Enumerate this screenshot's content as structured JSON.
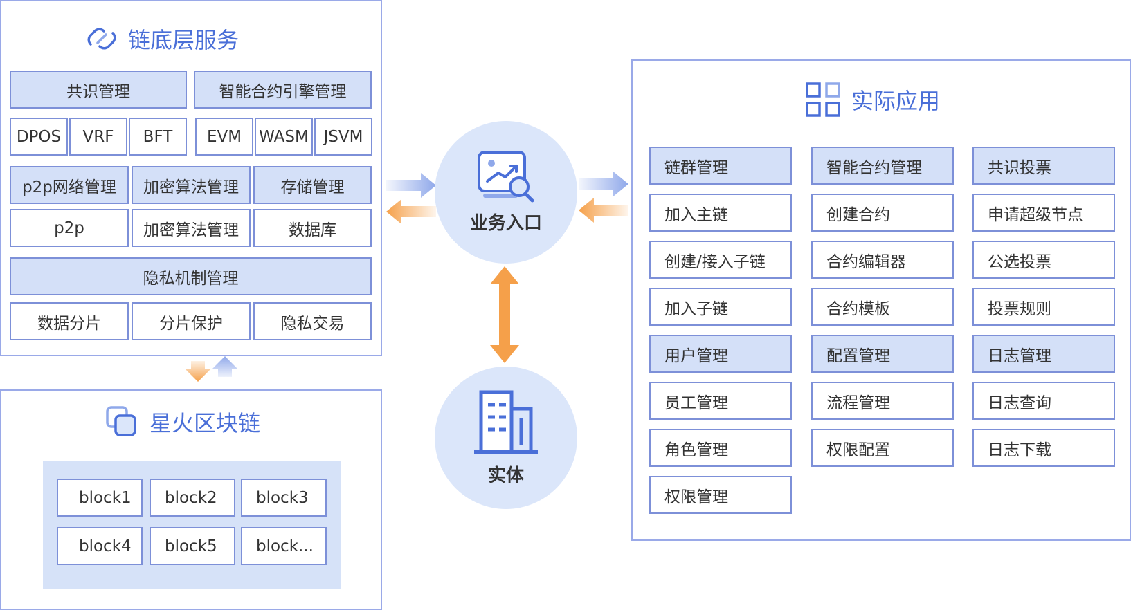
{
  "chain_layer": {
    "title": "链底层服务",
    "consensus": {
      "header": "共识管理",
      "items": [
        "DPOS",
        "VRF",
        "BFT"
      ]
    },
    "contract_engine": {
      "header": "智能合约引擎管理",
      "items": [
        "EVM",
        "WASM",
        "JSVM"
      ]
    },
    "network": {
      "header": "p2p网络管理",
      "item": "p2p"
    },
    "crypto": {
      "header": "加密算法管理",
      "item": "加密算法管理"
    },
    "storage": {
      "header": "存储管理",
      "item": "数据库"
    },
    "privacy": {
      "header": "隐私机制管理",
      "items": [
        "数据分片",
        "分片保护",
        "隐私交易"
      ]
    }
  },
  "spark_chain": {
    "title": "星火区块链",
    "blocks": [
      "block1",
      "block2",
      "block3",
      "block4",
      "block5",
      "block..."
    ]
  },
  "business_entry": {
    "label": "业务入口"
  },
  "entity": {
    "label": "实体"
  },
  "applications": {
    "title": "实际应用",
    "columns": [
      [
        {
          "label": "链群管理",
          "header": true
        },
        {
          "label": "加入主链"
        },
        {
          "label": "创建/接入子链"
        },
        {
          "label": "加入子链"
        },
        {
          "label": "用户管理",
          "header": true
        },
        {
          "label": "员工管理"
        },
        {
          "label": "角色管理"
        },
        {
          "label": "权限管理"
        }
      ],
      [
        {
          "label": "智能合约管理",
          "header": true
        },
        {
          "label": "创建合约"
        },
        {
          "label": "合约编辑器"
        },
        {
          "label": "合约模板"
        },
        {
          "label": "配置管理",
          "header": true
        },
        {
          "label": "流程管理"
        },
        {
          "label": "权限配置"
        }
      ],
      [
        {
          "label": "共识投票",
          "header": true
        },
        {
          "label": "申请超级节点"
        },
        {
          "label": "公选投票"
        },
        {
          "label": "投票规则"
        },
        {
          "label": "日志管理",
          "header": true
        },
        {
          "label": "日志查询"
        },
        {
          "label": "日志下载"
        }
      ]
    ]
  },
  "colors": {
    "accent": "#4a6fd8",
    "border": "#7d90d8",
    "header_fill": "#d4e0f8",
    "arrow_orange": "#f5a04a",
    "arrow_blue": "#8fa8ea"
  },
  "icons": [
    "chain-link-icon",
    "layers-icon",
    "grid-apps-icon",
    "search-chart-icon",
    "building-icon"
  ]
}
